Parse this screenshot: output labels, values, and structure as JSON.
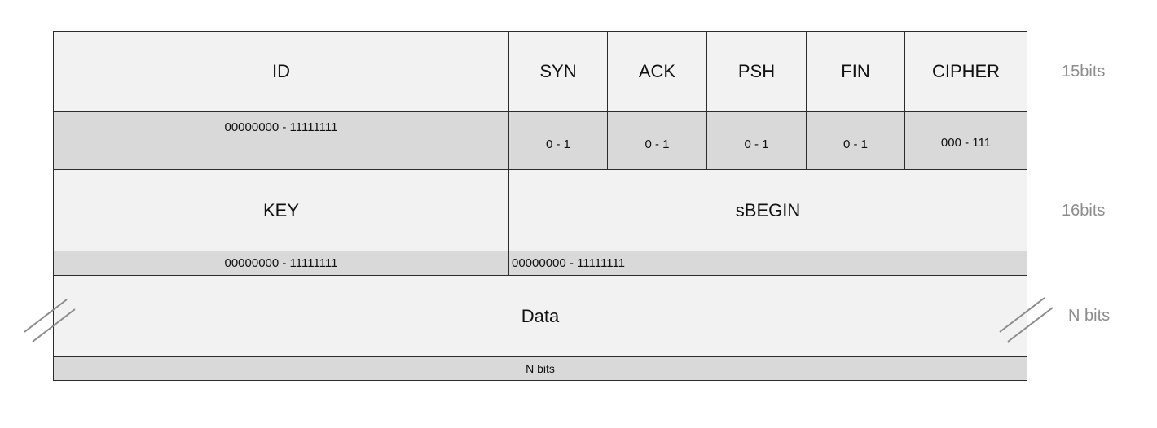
{
  "row1": {
    "fields": [
      "ID",
      "SYN",
      "ACK",
      "PSH",
      "FIN",
      "CIPHER"
    ],
    "ranges": [
      "00000000 - 11111111",
      "0 - 1",
      "0 - 1",
      "0 - 1",
      "0 - 1",
      "000 - 111"
    ],
    "size_label": "15bits"
  },
  "row2": {
    "fields": [
      "KEY",
      "sBEGIN"
    ],
    "ranges": [
      "00000000 - 11111111",
      "00000000 - 11111111"
    ],
    "size_label": "16bits"
  },
  "row3": {
    "field": "Data",
    "range": "N bits",
    "size_label": "N bits"
  },
  "colors": {
    "header_fill": "#f2f2f2",
    "range_fill": "#d9d9d9",
    "border": "#2b2b2b",
    "side_label": "#8c8c8c"
  }
}
